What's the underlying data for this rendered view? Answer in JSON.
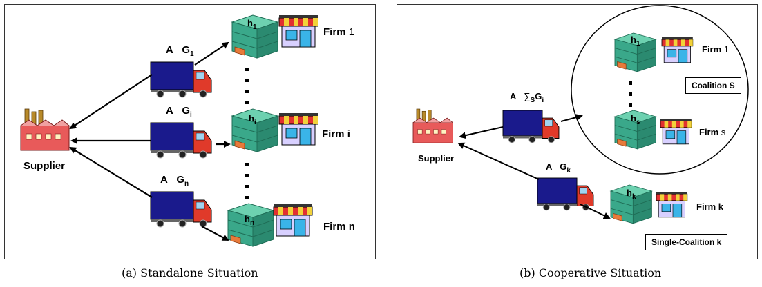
{
  "panel_a": {
    "caption": "(a) Standalone Situation",
    "supplier": "Supplier",
    "firm_1": {
      "prefix": "Firm",
      "index": "1",
      "h": "h",
      "h_sub": "1"
    },
    "firm_i": {
      "prefix": "Firm",
      "index": "i",
      "h": "h",
      "h_sub": "i"
    },
    "firm_n": {
      "prefix": "Firm",
      "index": "n",
      "h": "h",
      "h_sub": "n"
    },
    "truck_1": {
      "a": "A",
      "g": "G",
      "g_sub": "1"
    },
    "truck_i": {
      "a": "A",
      "g": "G",
      "g_sub": "i"
    },
    "truck_n": {
      "a": "A",
      "g": "G",
      "g_sub": "n"
    }
  },
  "panel_b": {
    "caption": "(b) Cooperative Situation",
    "supplier": "Supplier",
    "coalition_label": "Coalition S",
    "single_label": "Single-Coalition k",
    "firm_1": {
      "prefix": "Firm",
      "index": "1",
      "h": "h",
      "h_sub": "1"
    },
    "firm_s": {
      "prefix": "Firm",
      "index": "s",
      "h": "h",
      "h_sub": "s"
    },
    "firm_k": {
      "prefix": "Firm",
      "index": "k",
      "h": "h",
      "h_sub": "k"
    },
    "truck_s": {
      "a": "A",
      "sum": "∑",
      "sum_sub": "S",
      "g": "G",
      "g_sub": "i"
    },
    "truck_k": {
      "a": "A",
      "g": "G",
      "g_sub": "k"
    }
  },
  "colors": {
    "truck_body": "#1a1a8c",
    "truck_cab": "#e03a2a",
    "warehouse": "#3aa88a",
    "store_awning": "#e23030",
    "store_stripe": "#f2d23a",
    "factory": "#e85a5a"
  }
}
